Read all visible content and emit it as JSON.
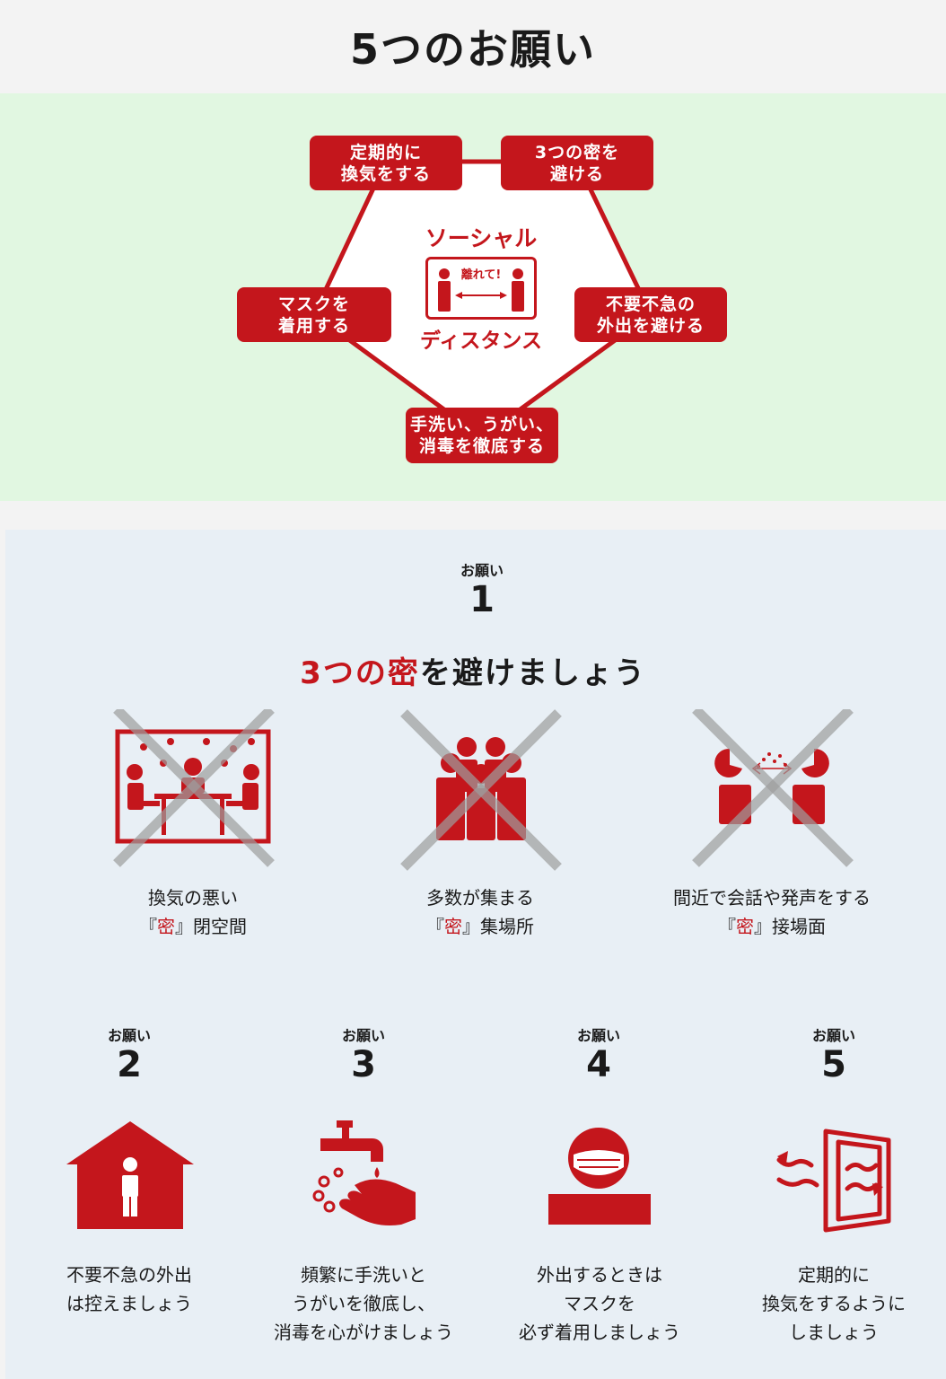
{
  "page_title": "5つのお願い",
  "colors": {
    "accent": "#c4161c",
    "green_bg": "#e1f7e1",
    "blue_bg": "#e8eff5",
    "cross": "#b5b5b5"
  },
  "pentagon": {
    "ventilate": [
      "定期的に",
      "換気をする"
    ],
    "avoid3": [
      "3つの密を",
      "避ける"
    ],
    "mask": [
      "マスクを",
      "着用する"
    ],
    "outing": [
      "不要不急の",
      "外出を避ける"
    ],
    "wash": [
      "手洗い、うがい、",
      "消毒を徹底する"
    ],
    "social_top": "ソーシャル",
    "social_sign": "離れて!",
    "social_bottom": "ディスタンス"
  },
  "request_label": "お願い",
  "request1": {
    "number": "1",
    "heading_red": "3つの密",
    "heading_rest": "を避けましょう",
    "items": [
      {
        "icon": "closed-space-icon",
        "line1": "換気の悪い",
        "open": "『",
        "mitsu": "密",
        "close": "』",
        "rest": "閉空間"
      },
      {
        "icon": "crowd-icon",
        "line1": "多数が集まる",
        "open": "『",
        "mitsu": "密",
        "close": "』",
        "rest": "集場所"
      },
      {
        "icon": "close-contact-icon",
        "line1": "間近で会話や発声をする",
        "open": "『",
        "mitsu": "密",
        "close": "』",
        "rest": "接場面"
      }
    ]
  },
  "requests": [
    {
      "number": "2",
      "icon": "house-icon",
      "lines": [
        "不要不急の外出",
        "は控えましょう"
      ]
    },
    {
      "number": "3",
      "icon": "handwash-icon",
      "lines": [
        "頻繁に手洗いと",
        "うがいを徹底し、",
        "消毒を心がけましょう"
      ]
    },
    {
      "number": "4",
      "icon": "mask-icon",
      "lines": [
        "外出するときは",
        "マスクを",
        "必ず着用しましょう"
      ]
    },
    {
      "number": "5",
      "icon": "ventilation-icon",
      "lines": [
        "定期的に",
        "換気をするように",
        "しましょう"
      ]
    }
  ]
}
